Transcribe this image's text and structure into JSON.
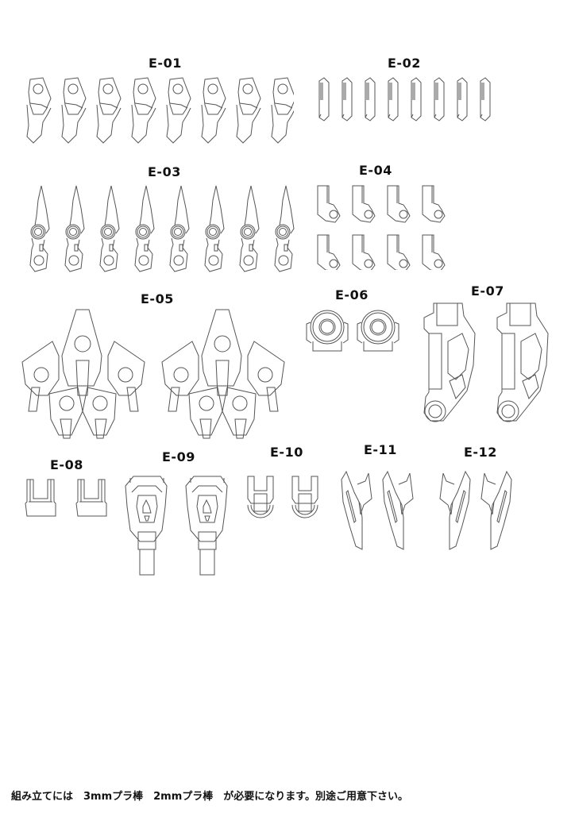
{
  "groups": [
    {
      "id": "E-01",
      "label": "E-01",
      "count": 8
    },
    {
      "id": "E-02",
      "label": "E-02",
      "count": 8
    },
    {
      "id": "E-03",
      "label": "E-03",
      "count": 8
    },
    {
      "id": "E-04",
      "label": "E-04",
      "count": 8
    },
    {
      "id": "E-05",
      "label": "E-05",
      "count": 2
    },
    {
      "id": "E-06",
      "label": "E-06",
      "count": 2
    },
    {
      "id": "E-07",
      "label": "E-07",
      "count": 2
    },
    {
      "id": "E-08",
      "label": "E-08",
      "count": 2
    },
    {
      "id": "E-09",
      "label": "E-09",
      "count": 2
    },
    {
      "id": "E-10",
      "label": "E-10",
      "count": 2
    },
    {
      "id": "E-11",
      "label": "E-11",
      "count": 2
    },
    {
      "id": "E-12",
      "label": "E-12",
      "count": 2
    }
  ],
  "footer": {
    "note": "組み立てには　3mmプラ棒　2mmプラ棒　が必要になります。別途ご用意下さい。"
  }
}
